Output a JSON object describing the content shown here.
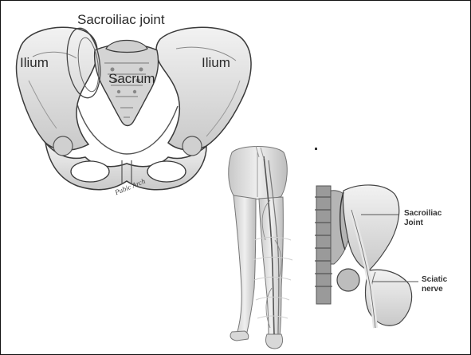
{
  "pelvis_labels": {
    "sacroiliac_joint": "Sacroiliac joint",
    "ilium_left": "Ilium",
    "ilium_right": "Ilium",
    "sacrum": "Sacrum",
    "pubic_arch": "Pubic Arch"
  },
  "detail_labels": {
    "sacroiliac_joint_line1": "Sacroiliac",
    "sacroiliac_joint_line2": "Joint",
    "sciatic_nerve_line1": "Sciatic",
    "sciatic_nerve_line2": "nerve"
  },
  "colors": {
    "bone_fill": "#e4e4e4",
    "bone_shadow": "#9a9a9a",
    "line": "#3a3a3a",
    "nerve": "#d6d6d6"
  }
}
